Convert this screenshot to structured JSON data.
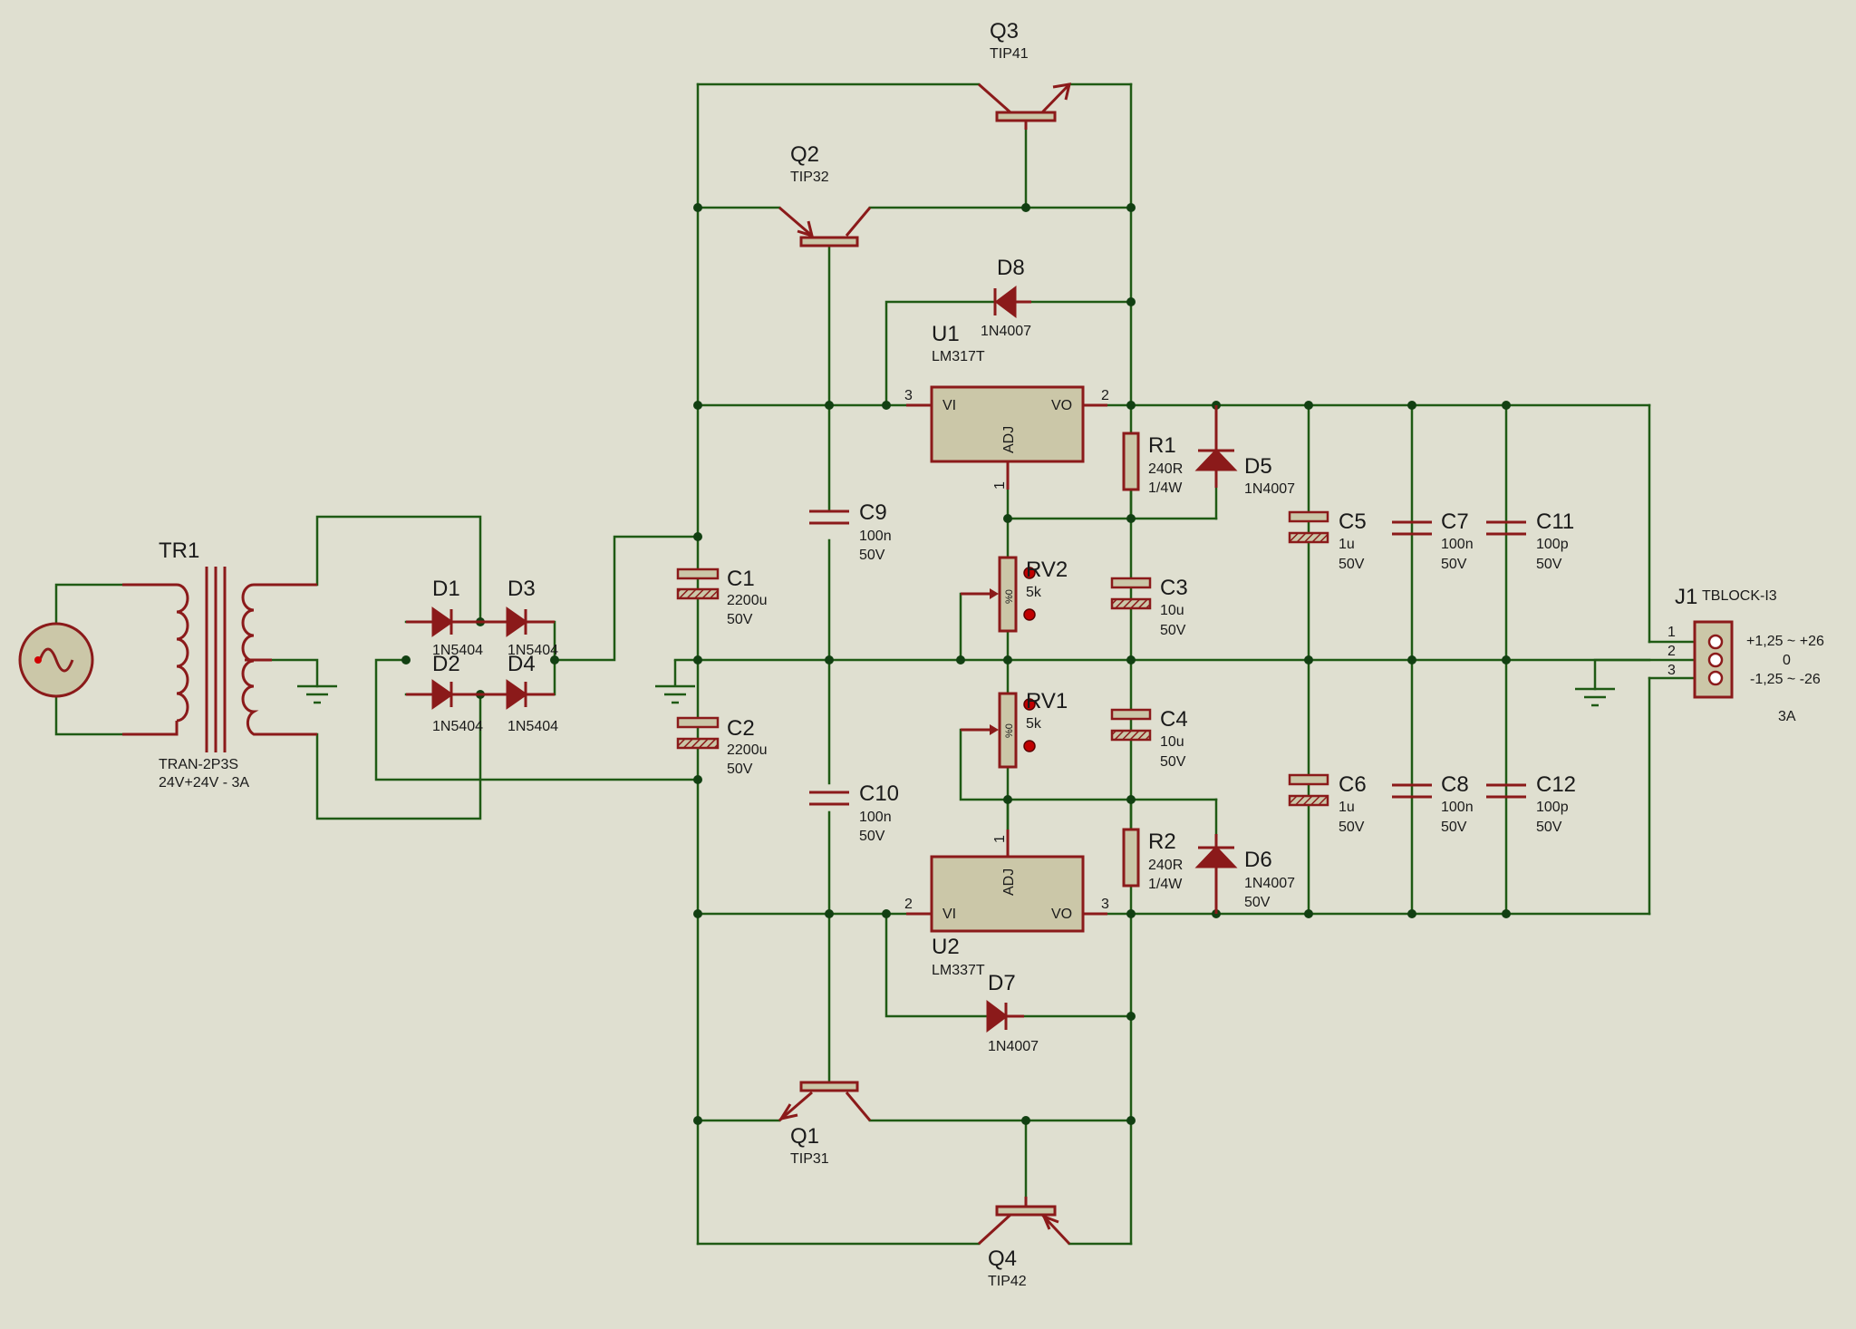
{
  "colors": {
    "background": "#dfdfd0",
    "wire": "#1f5a14",
    "component": "#8b1a1a",
    "body_fill": "#cbc7a8",
    "junction": "#124012",
    "text": "#1a1a1a"
  },
  "components": {
    "TR1": {
      "ref": "TR1",
      "value": "TRAN-2P3S",
      "value2": "24V+24V - 3A"
    },
    "D1": {
      "ref": "D1",
      "value": "1N5404"
    },
    "D2": {
      "ref": "D2",
      "value": "1N5404"
    },
    "D3": {
      "ref": "D3",
      "value": "1N5404"
    },
    "D4": {
      "ref": "D4",
      "value": "1N5404"
    },
    "C1": {
      "ref": "C1",
      "value": "2200u",
      "value2": "50V"
    },
    "C2": {
      "ref": "C2",
      "value": "2200u",
      "value2": "50V"
    },
    "C9": {
      "ref": "C9",
      "value": "100n",
      "value2": "50V"
    },
    "C10": {
      "ref": "C10",
      "value": "100n",
      "value2": "50V"
    },
    "Q1": {
      "ref": "Q1",
      "value": "TIP31"
    },
    "Q2": {
      "ref": "Q2",
      "value": "TIP32"
    },
    "Q3": {
      "ref": "Q3",
      "value": "TIP41"
    },
    "Q4": {
      "ref": "Q4",
      "value": "TIP42"
    },
    "D8": {
      "ref": "D8",
      "value": "1N4007"
    },
    "D7": {
      "ref": "D7",
      "value": "1N4007"
    },
    "U1": {
      "ref": "U1",
      "value": "LM317T",
      "pin_vi": "VI",
      "pin_vo": "VO",
      "pin_adj": "ADJ",
      "pin_in": "3",
      "pin_out": "2",
      "pin_adjn": "1"
    },
    "U2": {
      "ref": "U2",
      "value": "LM337T",
      "pin_vi": "VI",
      "pin_vo": "VO",
      "pin_adj": "ADJ",
      "pin_in": "2",
      "pin_out": "3",
      "pin_adjn": "1"
    },
    "RV2": {
      "ref": "RV2",
      "value": "5k",
      "mark": "%0"
    },
    "RV1": {
      "ref": "RV1",
      "value": "5k",
      "mark": "%0"
    },
    "R1": {
      "ref": "R1",
      "value": "240R",
      "value2": "1/4W"
    },
    "R2": {
      "ref": "R2",
      "value": "240R",
      "value2": "1/4W"
    },
    "D5": {
      "ref": "D5",
      "value": "1N4007"
    },
    "D6": {
      "ref": "D6",
      "value": "1N4007",
      "value2": "50V"
    },
    "C3": {
      "ref": "C3",
      "value": "10u",
      "value2": "50V"
    },
    "C4": {
      "ref": "C4",
      "value": "10u",
      "value2": "50V"
    },
    "C5": {
      "ref": "C5",
      "value": "1u",
      "value2": "50V"
    },
    "C6": {
      "ref": "C6",
      "value": "1u",
      "value2": "50V"
    },
    "C7": {
      "ref": "C7",
      "value": "100n",
      "value2": "50V"
    },
    "C8": {
      "ref": "C8",
      "value": "100n",
      "value2": "50V"
    },
    "C11": {
      "ref": "C11",
      "value": "100p",
      "value2": "50V"
    },
    "C12": {
      "ref": "C12",
      "value": "100p",
      "value2": "50V"
    },
    "J1": {
      "ref": "J1",
      "value": "TBLOCK-I3",
      "pin1": "1",
      "pin2": "2",
      "pin3": "3",
      "out_pos": "+1,25 ~ +26",
      "out_gnd": "0",
      "out_neg": "-1,25 ~ -26",
      "current": "3A"
    }
  }
}
